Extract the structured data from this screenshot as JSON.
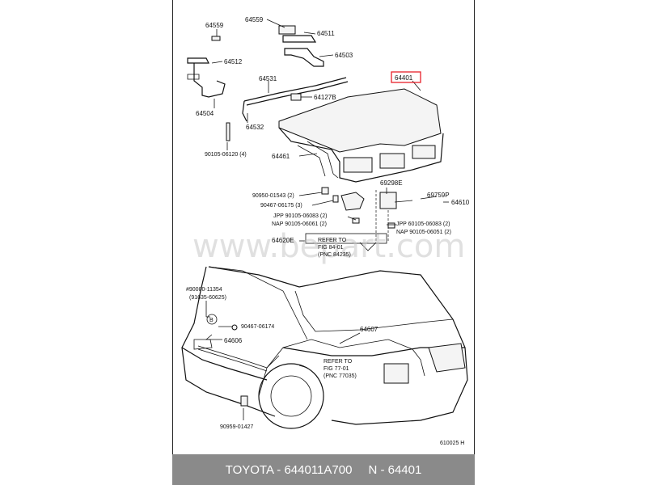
{
  "labels": {
    "p64559a": "64559",
    "p64559b": "64559",
    "p64511": "64511",
    "p64512": "64512",
    "p64503": "64503",
    "p64531": "64531",
    "p64127b": "64127B",
    "p64401": "64401",
    "p64504": "64504",
    "p64532": "64532",
    "p90105_06120": "90105-06120 (4)",
    "p64461": "64461",
    "p69298e": "69298E",
    "p90950_01543": "90950-01543 (2)",
    "p90467_06175": "90467-06175 (3)",
    "p69759p": "69759P",
    "p64610": "64610",
    "jpp1": "JPP 90105-06083 (2)",
    "nap1": "NAP 90105-06061 (2)",
    "jpp2": "JPP 60105-06083 (2)",
    "nap2": "NAP 90105-06051 (2)",
    "p64620e": "64620E",
    "refer1_a": "REFER TO",
    "refer1_b": "FIG 84-01",
    "refer1_c": "(PNC 84235)",
    "hash1": "#90080-11354",
    "hash2": "(91635-60625)",
    "circleB": "B",
    "p90467_06174": "90467-06174",
    "p64606": "64606",
    "p64607": "64607",
    "refer2_a": "REFER TO",
    "refer2_b": "FIG 77-01",
    "refer2_c": "(PNC 77035)",
    "p90959_01427": "90959-01427",
    "code": "610025 H"
  },
  "watermark": "www.bepart.com",
  "footer": {
    "part_info": "TOYOTA - 644011A700",
    "ref": "N - 64401"
  },
  "highlight_color": "#e8202a"
}
